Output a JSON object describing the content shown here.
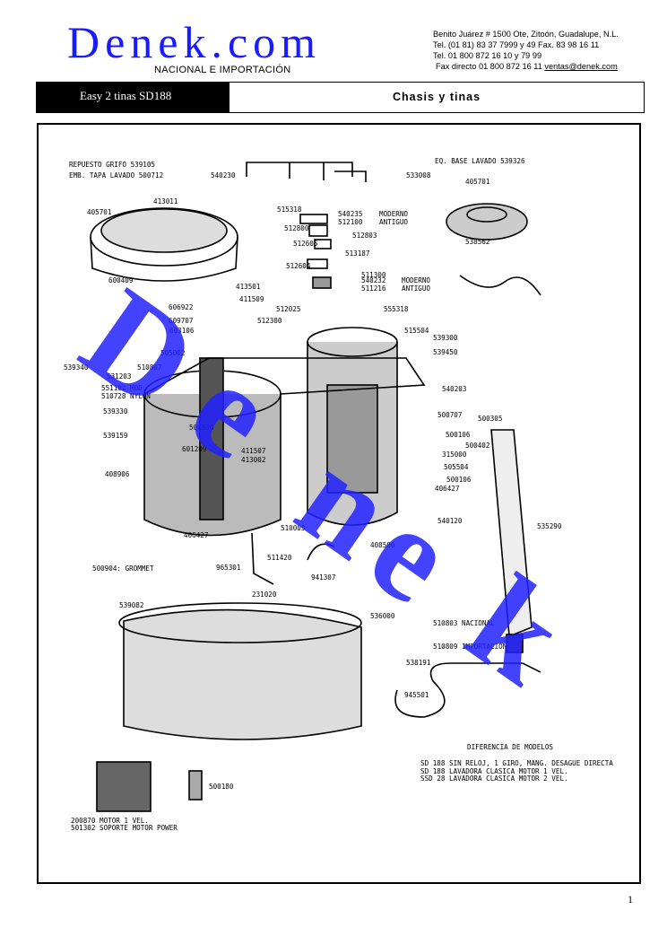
{
  "header": {
    "logo": "Denek.com",
    "logo_sub": "NACIONAL E IMPORTACIÓN",
    "contact_lines": [
      "Benito Juárez # 1500 Ote, Zitoón, Guadalupe, N.L.",
      "Tel. (01 81) 83 37 7999 y 49 Fax. 83 98 16 11",
      "Tel. 01 800 872 16 10 y 79 99"
    ],
    "fax_line": "Fax directo 01 800 872 16 11",
    "email": "ventas@denek.com"
  },
  "titlebar": {
    "model": "Easy 2 tinas SD188",
    "section": "Chasis y tinas"
  },
  "watermark": "Denek",
  "diagram": {
    "labels": [
      "REPUESTO GRIFO 539105",
      "EMB. TAPA LAVADO 500712",
      "413011",
      "405701",
      "600409",
      "540230",
      "533008",
      "EQ. BASE LAVADO 539326",
      "405701",
      "538562",
      "515318",
      "540235",
      "MODERNO",
      "512100",
      "ANTIGUO",
      "512800",
      "512803",
      "512605",
      "513187",
      "512604",
      "511300",
      "540232",
      "MODERNO",
      "511216",
      "ANTIGUO",
      "413501",
      "411509",
      "606922",
      "609707",
      "512300",
      "555318",
      "512025",
      "603106",
      "515504",
      "539300",
      "539450",
      "540203",
      "539340",
      "505002",
      "510807",
      "531203",
      "551102 MOD.",
      "510728 NYLON",
      "539330",
      "539159",
      "506538",
      "601209",
      "411507",
      "413002",
      "500707",
      "500305",
      "500106",
      "500402",
      "315000",
      "505504",
      "500106",
      "406427",
      "408906",
      "406427",
      "510003",
      "540120",
      "535290",
      "408500",
      "500904: GROMMET",
      "511420",
      "965301",
      "231020",
      "941307",
      "539082",
      "536000",
      "510803 NACIONAL",
      "510809 IMPORTACION",
      "538191",
      "945501",
      "DIFERENCIA DE MODELOS",
      "SD 188 SIN RELOJ, 1 GIRO, MANG. DESAGUE DIRECTA",
      "SD 188 LAVADORA CLASICA MOTOR 1 VEL.",
      "SSD 28 LAVADORA CLASICA MOTOR 2 VEL.",
      "200870 MOTOR 1 VEL.",
      "501302 SOPORTE MOTOR POWER",
      "500180"
    ]
  },
  "footer": {
    "page_number": "1"
  }
}
